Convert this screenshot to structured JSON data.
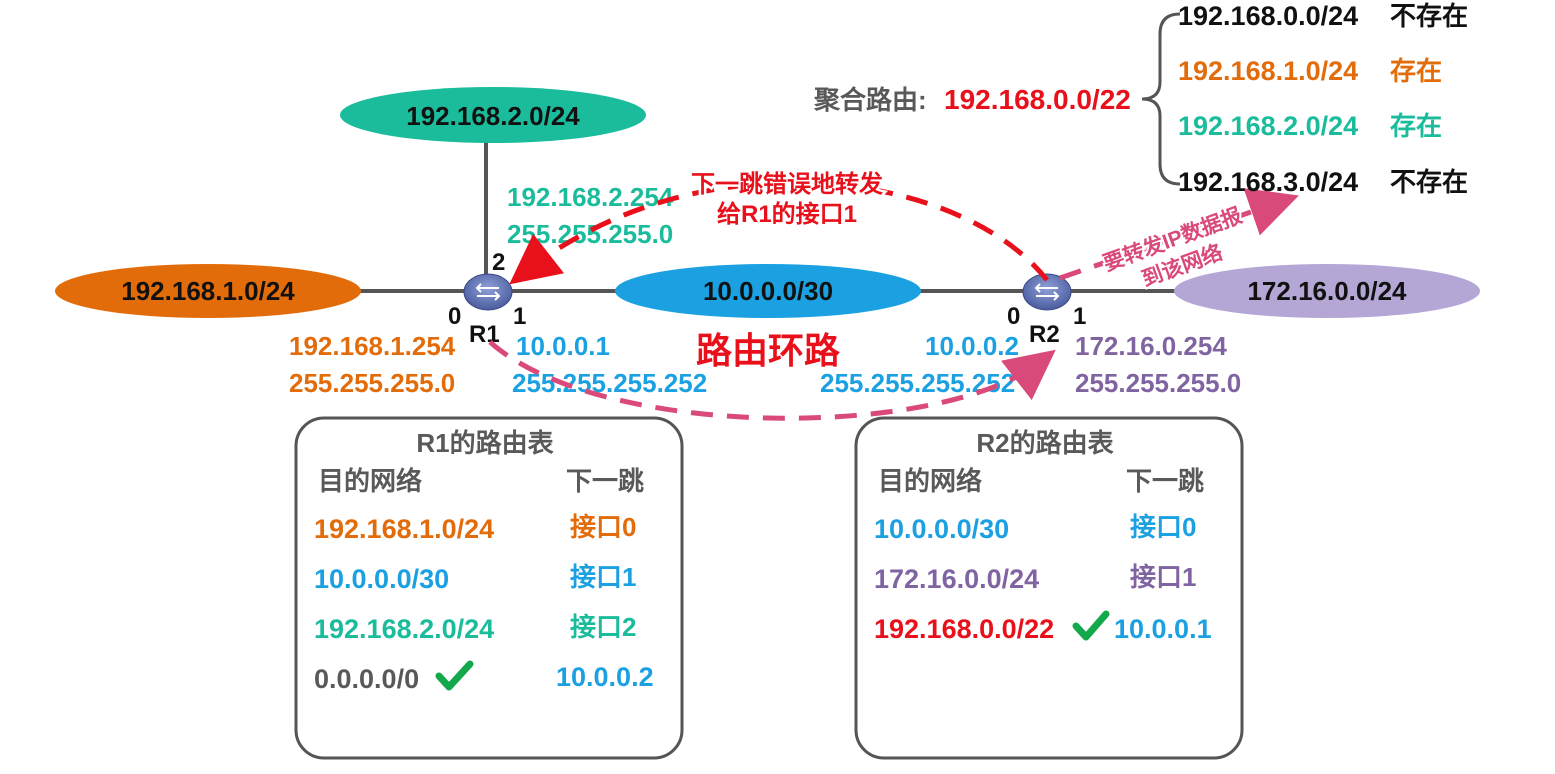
{
  "colors": {
    "orange": "#E36C0A",
    "teal": "#1ABC9C",
    "blue": "#1BA1E2",
    "purple": "#8064A2",
    "lavender": "#B4A7D6",
    "red": "#E8111B",
    "pink": "#D94A7A",
    "green": "#14A84C",
    "gray": "#595959",
    "black": "#111111",
    "line": "#555555",
    "router": "#5B6FB0"
  },
  "icons": {
    "router": "router-icon",
    "check": "checkmark-icon",
    "brace": "curly-brace-icon"
  },
  "networks": {
    "net_192_168_2": "192.168.2.0/24",
    "net_192_168_1": "192.168.1.0/24",
    "net_10": "10.0.0.0/30",
    "net_172": "172.16.0.0/24"
  },
  "routers": {
    "r1": {
      "name": "R1",
      "port0": "0",
      "port1": "1",
      "port2": "2",
      "if0_ip": "192.168.1.254",
      "if0_mask": "255.255.255.0",
      "if1_ip": "10.0.0.1",
      "if1_mask": "255.255.255.252",
      "if2_ip": "192.168.2.254",
      "if2_mask": "255.255.255.0"
    },
    "r2": {
      "name": "R2",
      "port0": "0",
      "port1": "1",
      "if0_ip": "10.0.0.2",
      "if0_mask": "255.255.255.252",
      "if1_ip": "172.16.0.254",
      "if1_mask": "255.255.255.0"
    }
  },
  "aggregation": {
    "label": "聚合路由:",
    "route": "192.168.0.0/22",
    "items": [
      {
        "net": "192.168.0.0/24",
        "status": "不存在"
      },
      {
        "net": "192.168.1.0/24",
        "status": "存在"
      },
      {
        "net": "192.168.2.0/24",
        "status": "存在"
      },
      {
        "net": "192.168.3.0/24",
        "status": "不存在"
      }
    ]
  },
  "annotations": {
    "wrong_forward_line1": "下一跳错误地转发",
    "wrong_forward_line2": "给R1的接口1",
    "forward_line1": "要转发IP数据报",
    "forward_line2": "到该网络",
    "routing_loop": "路由环路"
  },
  "tables": {
    "r1": {
      "title": "R1的路由表",
      "col_dest": "目的网络",
      "col_next": "下一跳",
      "rows": [
        {
          "dest": "192.168.1.0/24",
          "next": "接口0"
        },
        {
          "dest": "10.0.0.0/30",
          "next": "接口1"
        },
        {
          "dest": "192.168.2.0/24",
          "next": "接口2"
        },
        {
          "dest": "0.0.0.0/0",
          "next": "10.0.0.2"
        }
      ]
    },
    "r2": {
      "title": "R2的路由表",
      "col_dest": "目的网络",
      "col_next": "下一跳",
      "rows": [
        {
          "dest": "10.0.0.0/30",
          "next": "接口0"
        },
        {
          "dest": "172.16.0.0/24",
          "next": "接口1"
        },
        {
          "dest": "192.168.0.0/22",
          "next": "10.0.0.1"
        }
      ]
    }
  }
}
